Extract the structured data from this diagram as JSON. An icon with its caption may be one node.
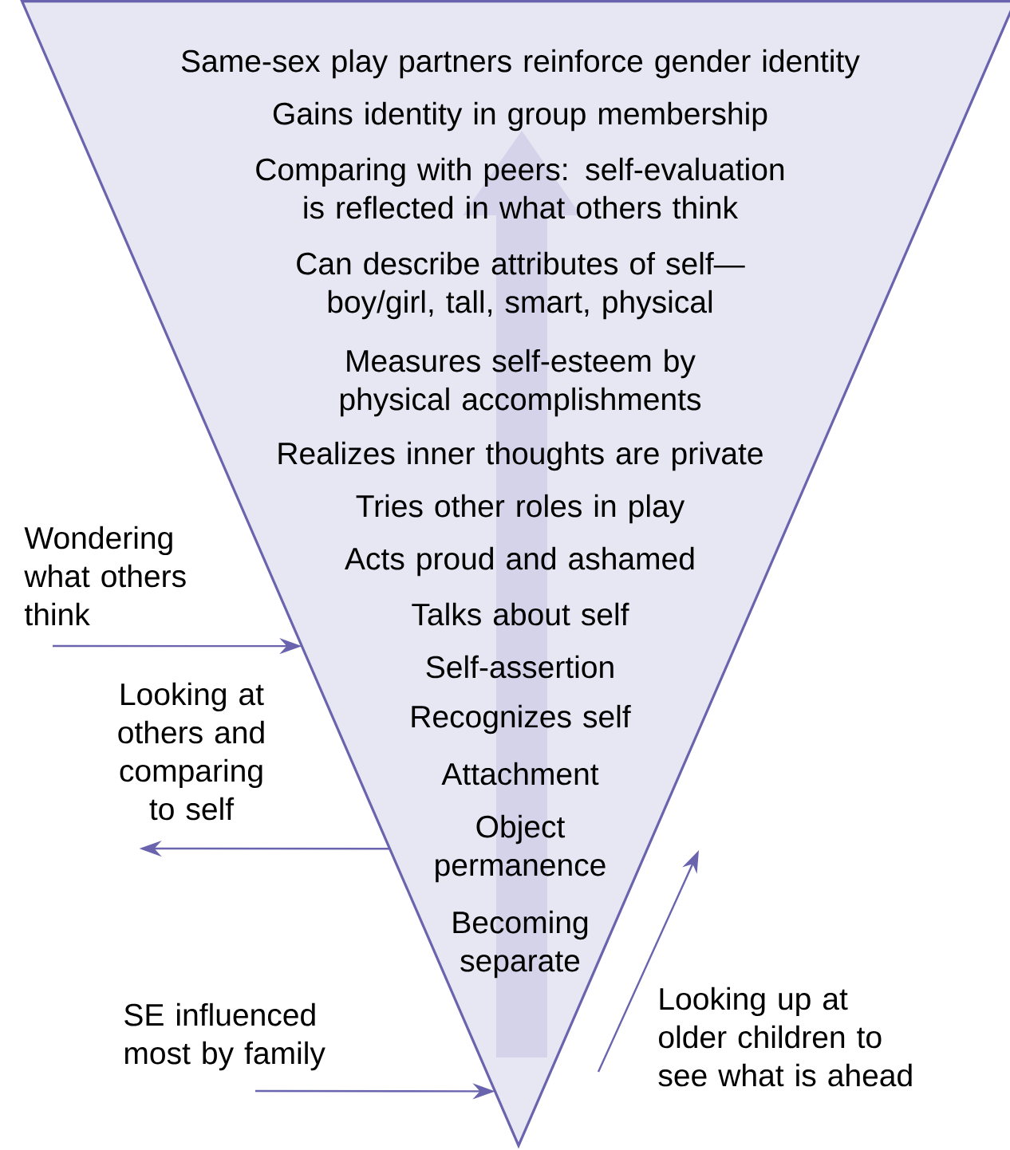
{
  "diagram": {
    "nodes": [
      {
        "text": [
          "Same-sex play partners reinforce gender identity",
          "Gains identity in group membership",
          "Comparing with peers: self-evaluation is reflected in what others think",
          "Can describe attributes of self— boy/girl, tall, smart, physical",
          "Measures self-esteem by physical accomplishments",
          "Realizes inner thoughts are private",
          "Tries other roles in play",
          "Acts proud and ashamed",
          "Talks about self",
          "Self-assertion",
          "Recognizes self",
          "Attachment",
          "Object permanence",
          "Becoming separate"
        ]
      },
      {
        "text": [
          "Wondering what others think"
        ]
      },
      {
        "text": [
          "Looking at others and comparing to self"
        ]
      },
      {
        "text": [
          "SE influenced most by family"
        ]
      },
      {
        "text": [
          "Looking up at older children to see what is ahead"
        ]
      }
    ],
    "edges": [
      {
        "from": 1,
        "to": 0,
        "arrow": "to"
      },
      {
        "from": 0,
        "to": 2,
        "arrow": "to"
      },
      {
        "from": 3,
        "to": 0,
        "arrow": "to"
      },
      {
        "from": 4,
        "to": null,
        "arrow": "to"
      }
    ]
  }
}
